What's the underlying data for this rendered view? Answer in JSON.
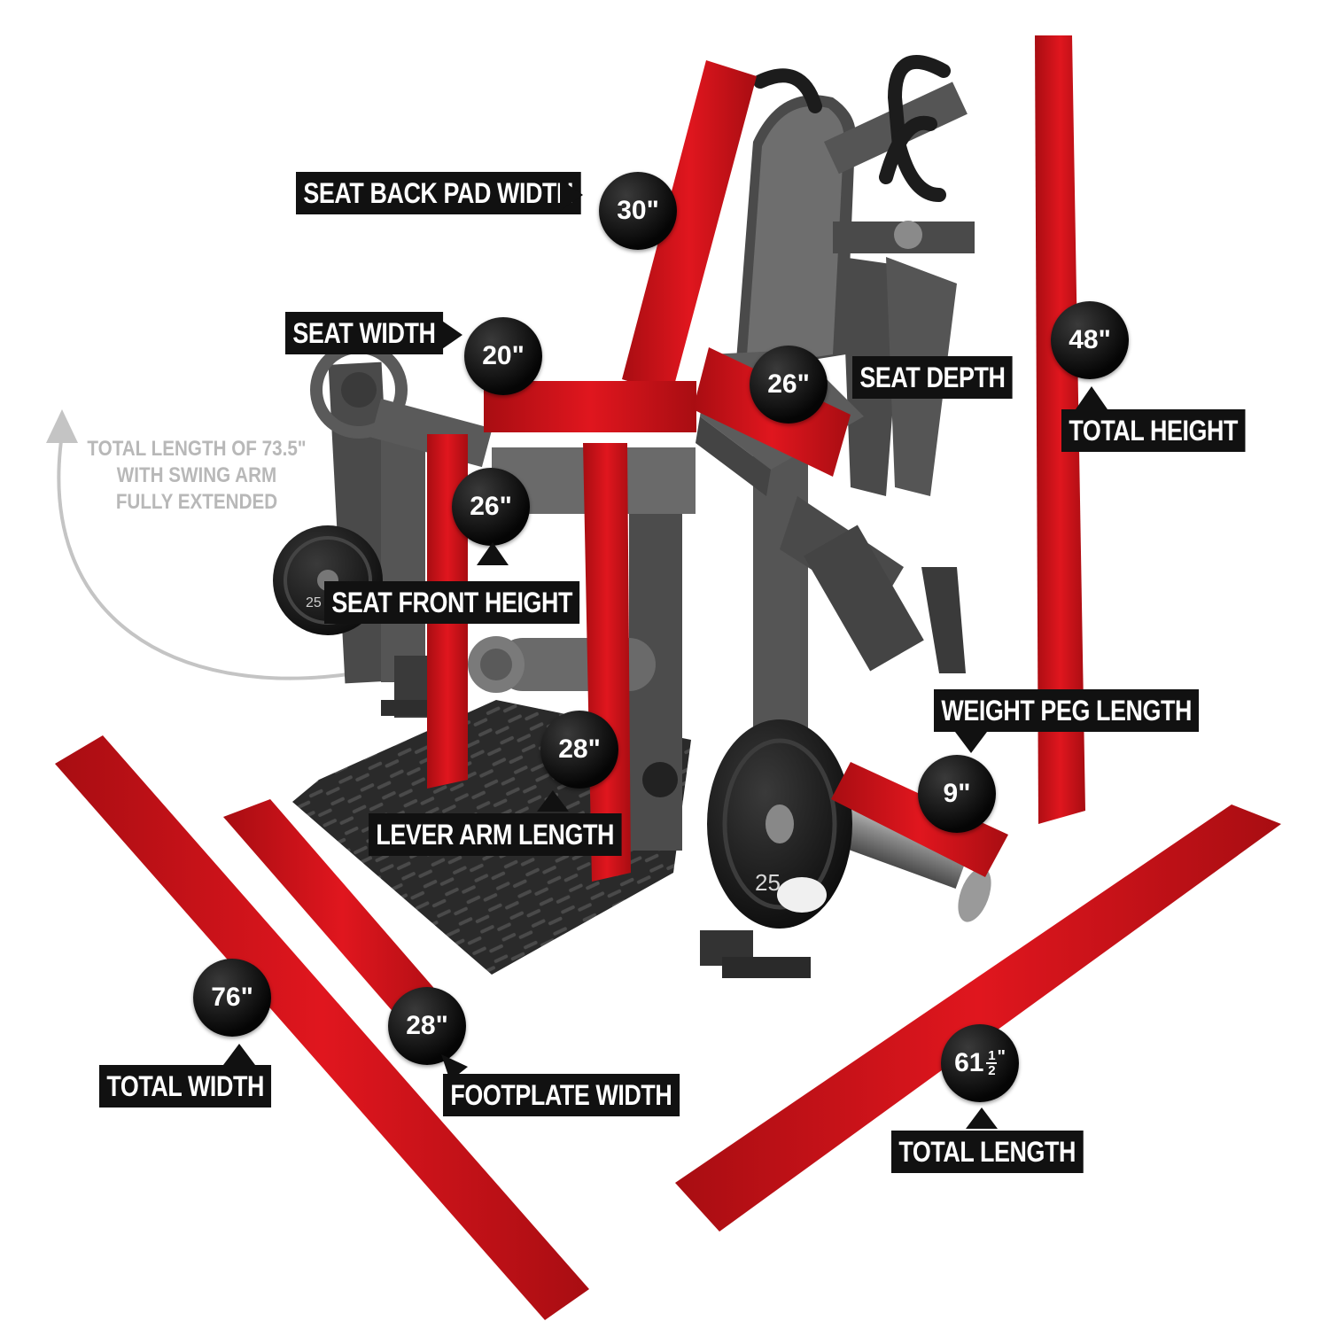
{
  "colors": {
    "accent_red": "#d0141b",
    "label_bg": "#111111",
    "machine_dark": "#3c3c3c",
    "machine_mid": "#5a5a5a",
    "note_gray": "#b8b8b8"
  },
  "note": {
    "line1": "TOTAL LENGTH OF 73.5\"",
    "line2": "WITH SWING ARM",
    "line3": "FULLY EXTENDED"
  },
  "plate_labels": {
    "front": "25",
    "back": "25"
  },
  "dimensions": {
    "seat_back_pad_width": {
      "label": "SEAT BACK PAD WIDTH",
      "value": "30\""
    },
    "seat_width": {
      "label": "SEAT WIDTH",
      "value": "20\""
    },
    "seat_depth": {
      "label": "SEAT DEPTH",
      "value": "26\""
    },
    "total_height": {
      "label": "TOTAL HEIGHT",
      "value": "48\""
    },
    "seat_front_height": {
      "label": "SEAT FRONT HEIGHT",
      "value": "26\""
    },
    "lever_arm_length": {
      "label": "LEVER ARM LENGTH",
      "value": "28\""
    },
    "weight_peg_length": {
      "label": "WEIGHT PEG LENGTH",
      "value": "9\""
    },
    "total_width": {
      "label": "TOTAL WIDTH",
      "value": "76\""
    },
    "footplate_width": {
      "label": "FOOTPLATE WIDTH",
      "value": "28\""
    },
    "total_length": {
      "label": "TOTAL LENGTH",
      "value_whole": "61",
      "value_num": "1",
      "value_den": "2",
      "value_unit": "\""
    }
  }
}
